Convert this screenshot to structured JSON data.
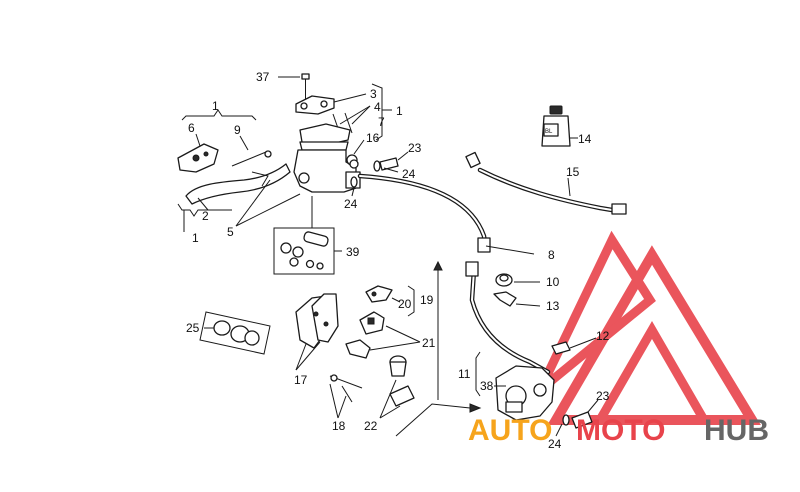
{
  "diagram": {
    "callouts": [
      {
        "id": "c37",
        "text": "37"
      },
      {
        "id": "c3",
        "text": "3"
      },
      {
        "id": "c4",
        "text": "4"
      },
      {
        "id": "c7",
        "text": "7"
      },
      {
        "id": "c1a",
        "text": "1"
      },
      {
        "id": "c16",
        "text": "16"
      },
      {
        "id": "c23a",
        "text": "23"
      },
      {
        "id": "c24a",
        "text": "24"
      },
      {
        "id": "c24b",
        "text": "24"
      },
      {
        "id": "c1b",
        "text": "1"
      },
      {
        "id": "c6",
        "text": "6"
      },
      {
        "id": "c9",
        "text": "9"
      },
      {
        "id": "c2",
        "text": "2"
      },
      {
        "id": "c5",
        "text": "5"
      },
      {
        "id": "c1c",
        "text": "1"
      },
      {
        "id": "c14",
        "text": "14"
      },
      {
        "id": "c15",
        "text": "15"
      },
      {
        "id": "c8",
        "text": "8"
      },
      {
        "id": "c10",
        "text": "10"
      },
      {
        "id": "c13",
        "text": "13"
      },
      {
        "id": "c39",
        "text": "39"
      },
      {
        "id": "c20",
        "text": "20"
      },
      {
        "id": "c19",
        "text": "19"
      },
      {
        "id": "c21",
        "text": "21"
      },
      {
        "id": "c25",
        "text": "25"
      },
      {
        "id": "c17",
        "text": "17"
      },
      {
        "id": "c18",
        "text": "18"
      },
      {
        "id": "c22",
        "text": "22"
      },
      {
        "id": "c12",
        "text": "12"
      },
      {
        "id": "c11",
        "text": "11"
      },
      {
        "id": "c38",
        "text": "38"
      },
      {
        "id": "c23b",
        "text": "23"
      },
      {
        "id": "c24c",
        "text": "24"
      }
    ],
    "bottle_label": "BL"
  },
  "watermark": {
    "word_part1": "AUTO",
    "word_part2": "MOTO",
    "word_part3": "HUB",
    "colors": {
      "red": "#e8434b",
      "orange": "#f6a41c",
      "gray": "#666666"
    }
  }
}
